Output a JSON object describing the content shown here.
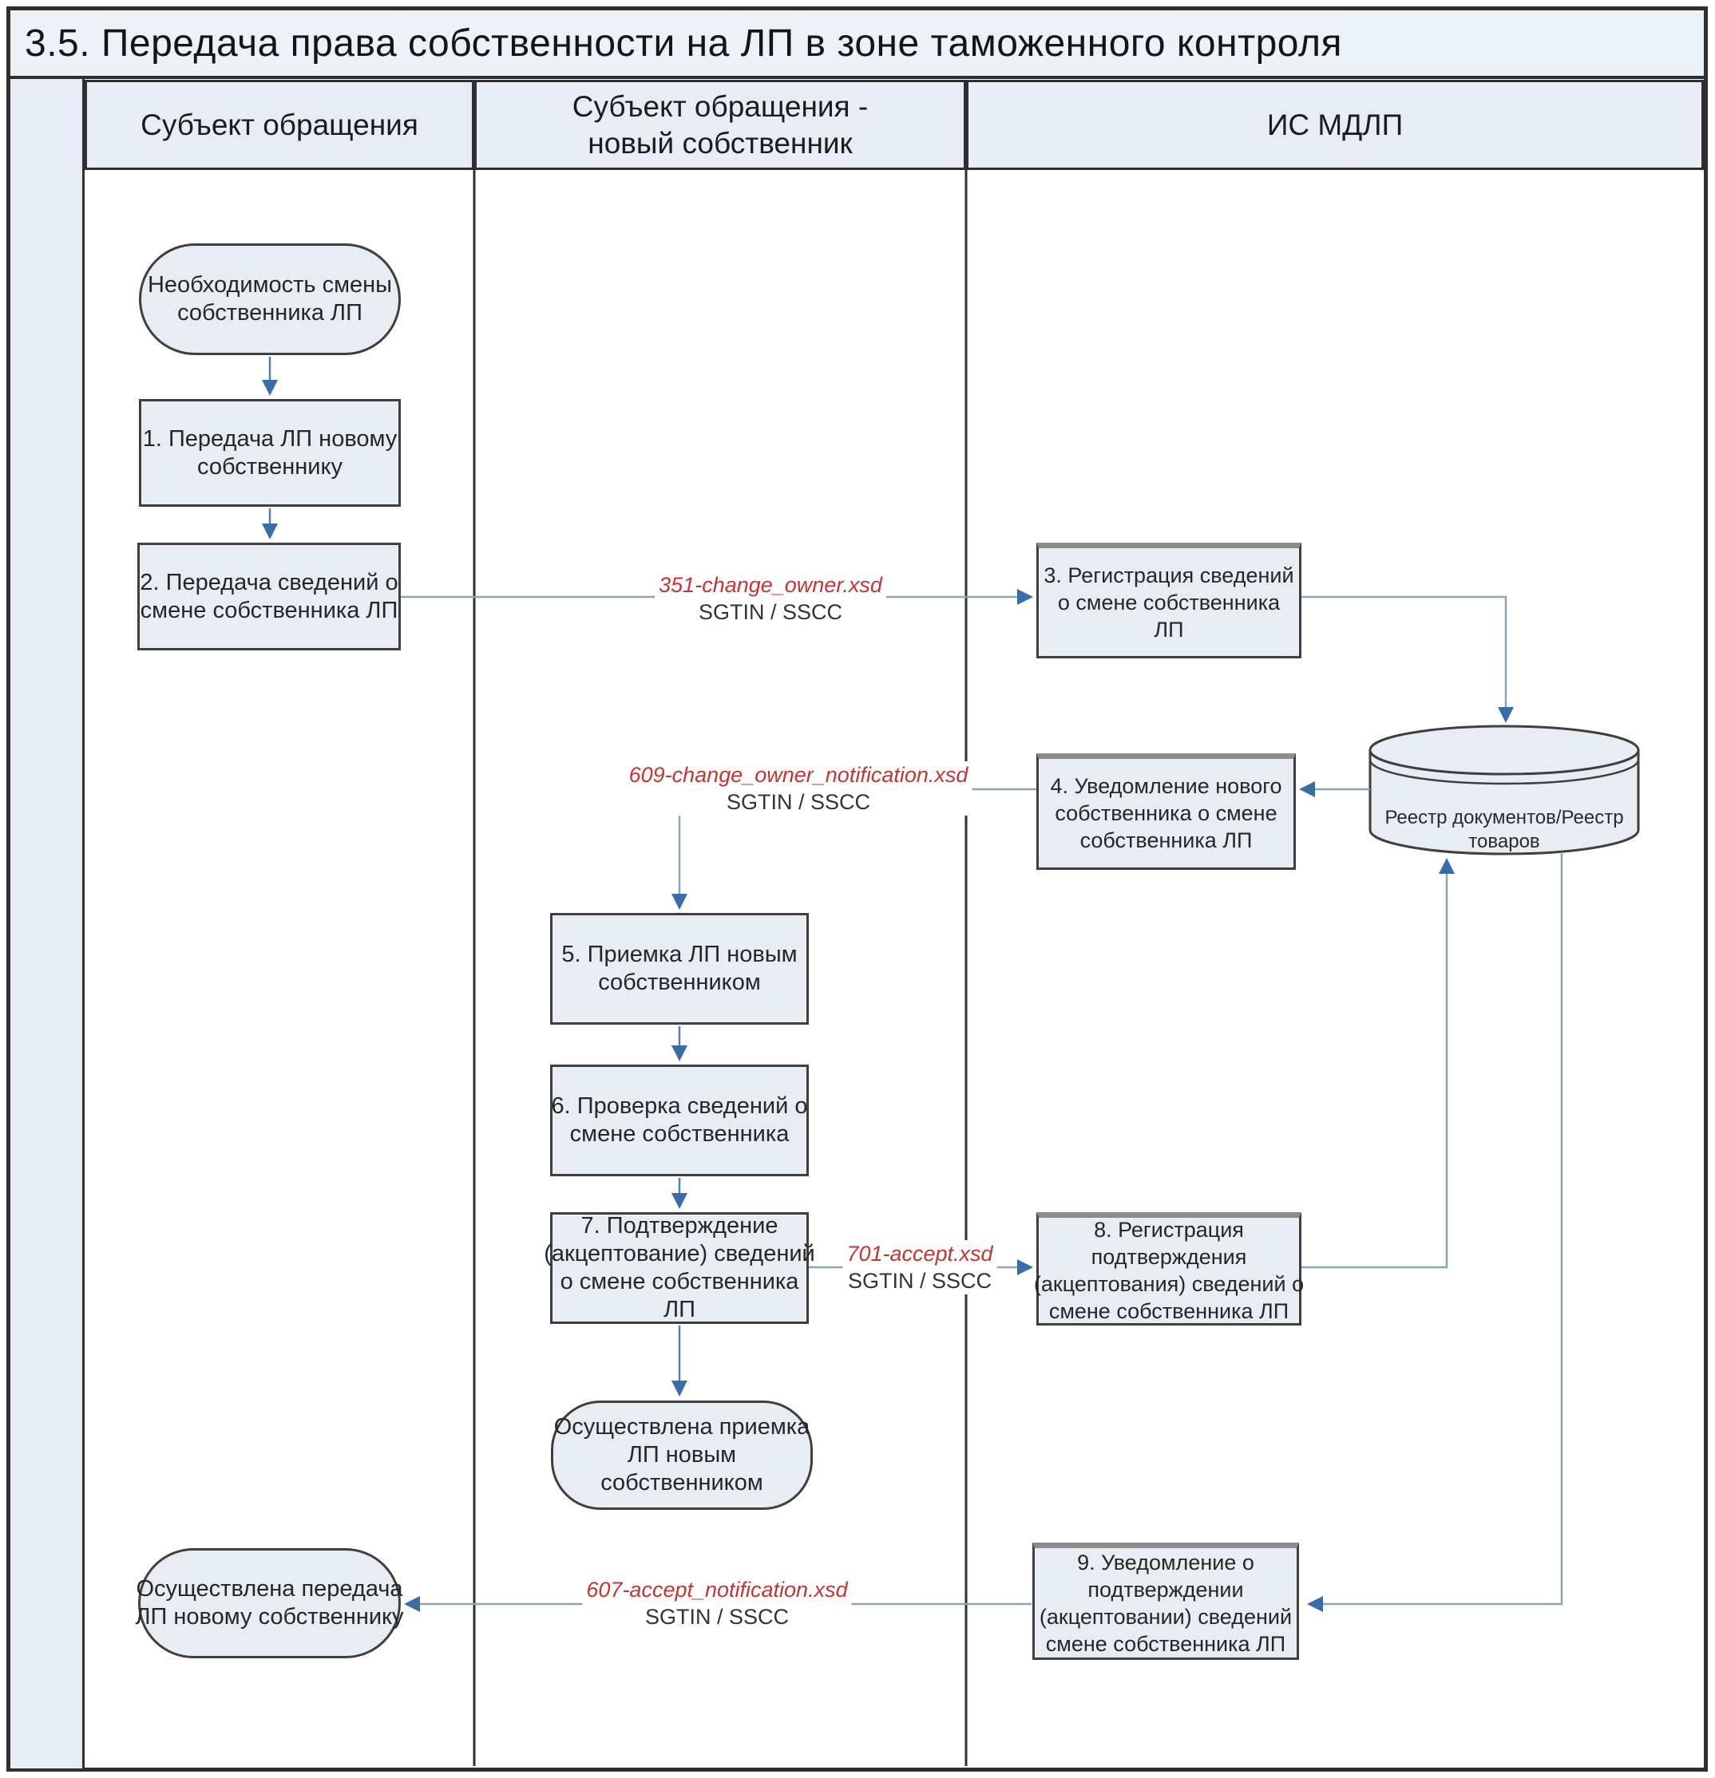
{
  "title": "3.5. Передача права собственности на ЛП в зоне таможенного контроля",
  "lanes": [
    {
      "label": [
        "Субъект обращения"
      ]
    },
    {
      "label": [
        "Субъект обращения -",
        "новый собственник"
      ]
    },
    {
      "label": [
        "ИС МДЛП"
      ]
    }
  ],
  "nodes": {
    "start": [
      "Необходимость смены",
      "собственника ЛП"
    ],
    "step1": [
      "1. Передача ЛП новому",
      "собственнику"
    ],
    "step2": [
      "2. Передача сведений о",
      "смене собственника ЛП"
    ],
    "step3": [
      "3. Регистрация сведений",
      "о смене собственника",
      "ЛП"
    ],
    "step4": [
      "4. Уведомление нового",
      "собственника о смене",
      "собственника ЛП"
    ],
    "step5": [
      "5. Приемка ЛП новым",
      "собственником"
    ],
    "step6": [
      "6. Проверка сведений о",
      "смене собственника"
    ],
    "step7": [
      "7. Подтверждение",
      "(акцептование) сведений",
      "о смене собственника",
      "ЛП"
    ],
    "step8": [
      "8. Регистрация",
      "подтверждения",
      "(акцептования) сведений о",
      "смене собственника ЛП"
    ],
    "step9": [
      "9. Уведомление о",
      "подтверждении",
      "(акцептовании) сведений",
      "смене собственника ЛП"
    ],
    "end_acceptance": [
      "Осуществлена приемка",
      "ЛП новым",
      "собственником"
    ],
    "end_transfer": [
      "Осуществлена передача",
      "ЛП новому собственнику"
    ],
    "registry": [
      "Реестр документов/Реестр",
      "товаров"
    ]
  },
  "messages": {
    "m351": {
      "file": "351-change_owner.xsd",
      "codes": "SGTIN / SSCC"
    },
    "m609": {
      "file": "609-change_owner_notification.xsd",
      "codes": "SGTIN / SSCC"
    },
    "m701": {
      "file": "701-accept.xsd",
      "codes": "SGTIN / SSCC"
    },
    "m607": {
      "file": "607-accept_notification.xsd",
      "codes": "SGTIN / SSCC"
    }
  },
  "colors": {
    "node_fill": "#e8edf4",
    "node_border": "#3f3f3f",
    "band_fill": "#e8ecf5",
    "title_fill": "#edf1f8",
    "arrow_head": "#3a6da8",
    "flow_line": "#5580b2",
    "message_line": "#8fa3b5",
    "label_red": "#c13535"
  }
}
